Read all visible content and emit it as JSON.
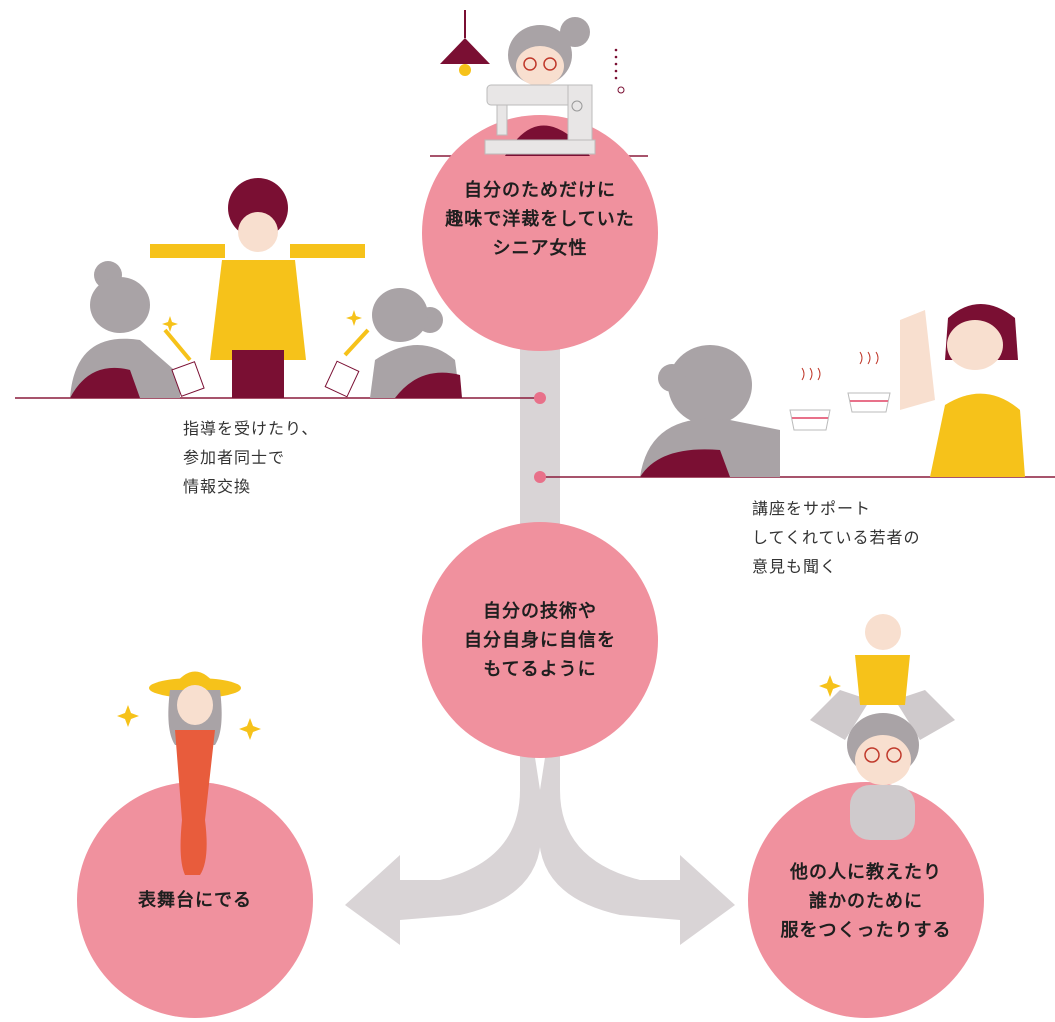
{
  "colors": {
    "circle": "#f0919e",
    "stem": "#d9d4d6",
    "accent_line": "#8a1b3c",
    "dot": "#e8718a",
    "yellow": "#f6c21a",
    "maroon": "#7a0f33",
    "gray_hair": "#a9a3a6"
  },
  "nodes": {
    "start": {
      "lines": [
        "自分のためだけに",
        "趣味で洋裁をしていた",
        "シニア女性"
      ]
    },
    "middle": {
      "lines": [
        "自分の技術や",
        "自分自身に自信を",
        "もてるように"
      ]
    },
    "left": {
      "lines": [
        "表舞台にでる"
      ]
    },
    "right": {
      "lines": [
        "他の人に教えたり",
        "誰かのために",
        "服をつくったりする"
      ]
    }
  },
  "notes": {
    "instruction": {
      "lines": [
        "指導を受けたり、",
        "参加者同士で",
        "情報交換"
      ]
    },
    "youth": {
      "lines": [
        "講座をサポート",
        "してくれている若者の",
        "意見も聞く"
      ]
    }
  },
  "icons": [
    "pendant-lamp-icon",
    "sewing-machine-icon",
    "senior-woman-sewing-icon",
    "tape-measure-instructor-icon",
    "senior-woman-writing-icon",
    "tea-cups-icon",
    "young-woman-icon",
    "sun-hat-woman-icon",
    "baby-held-up-icon",
    "sparkle-icon"
  ]
}
